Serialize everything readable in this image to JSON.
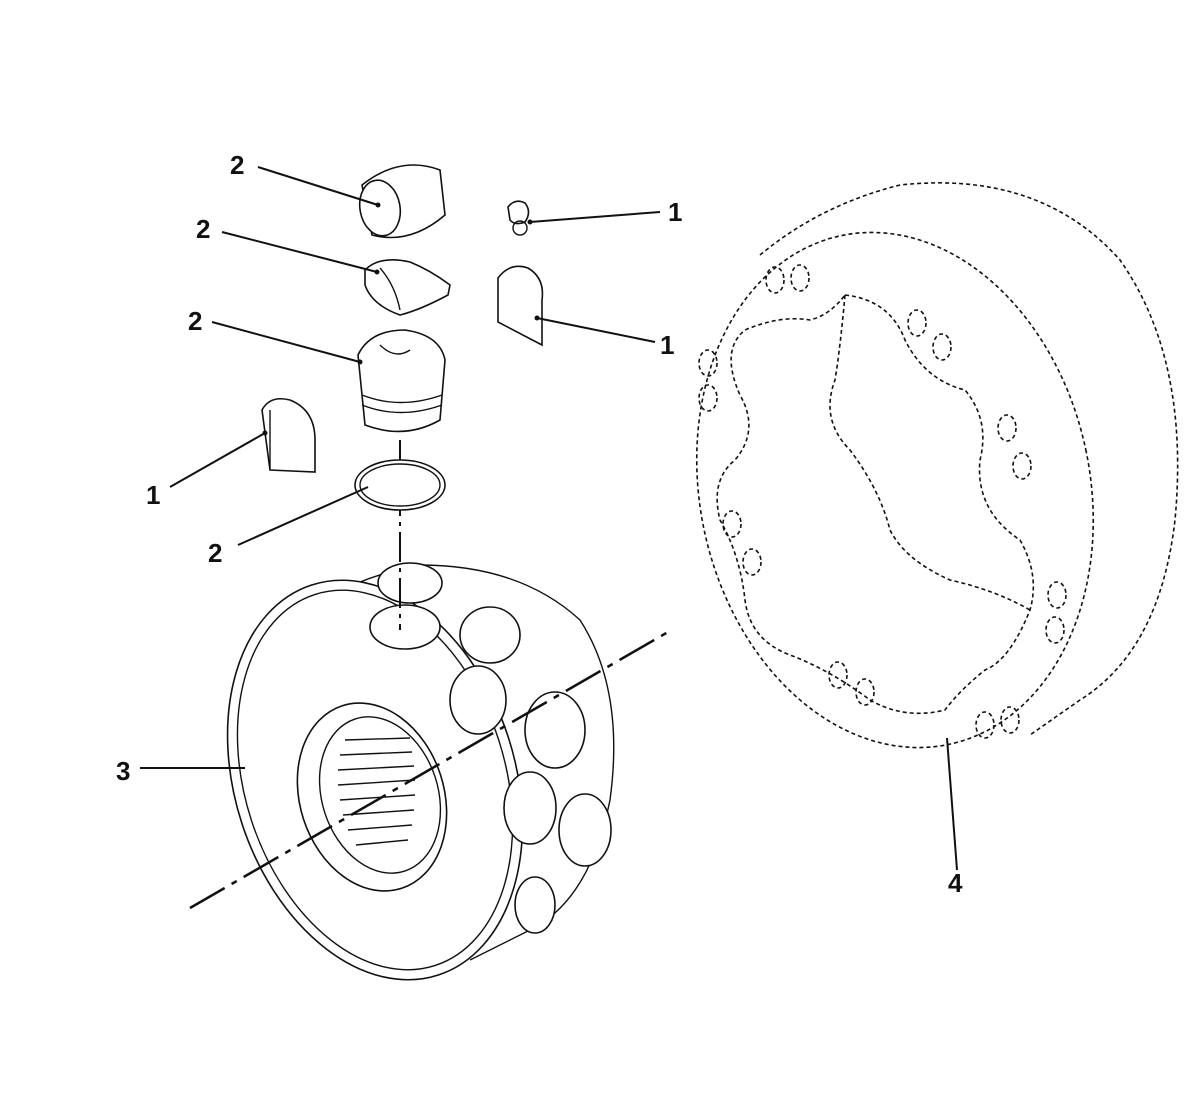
{
  "callouts": {
    "c1": "2",
    "c2": "2",
    "c3": "2",
    "c4": "1",
    "c5": "1",
    "c6": "1",
    "c7": "2",
    "c8": "3",
    "c9": "4"
  }
}
